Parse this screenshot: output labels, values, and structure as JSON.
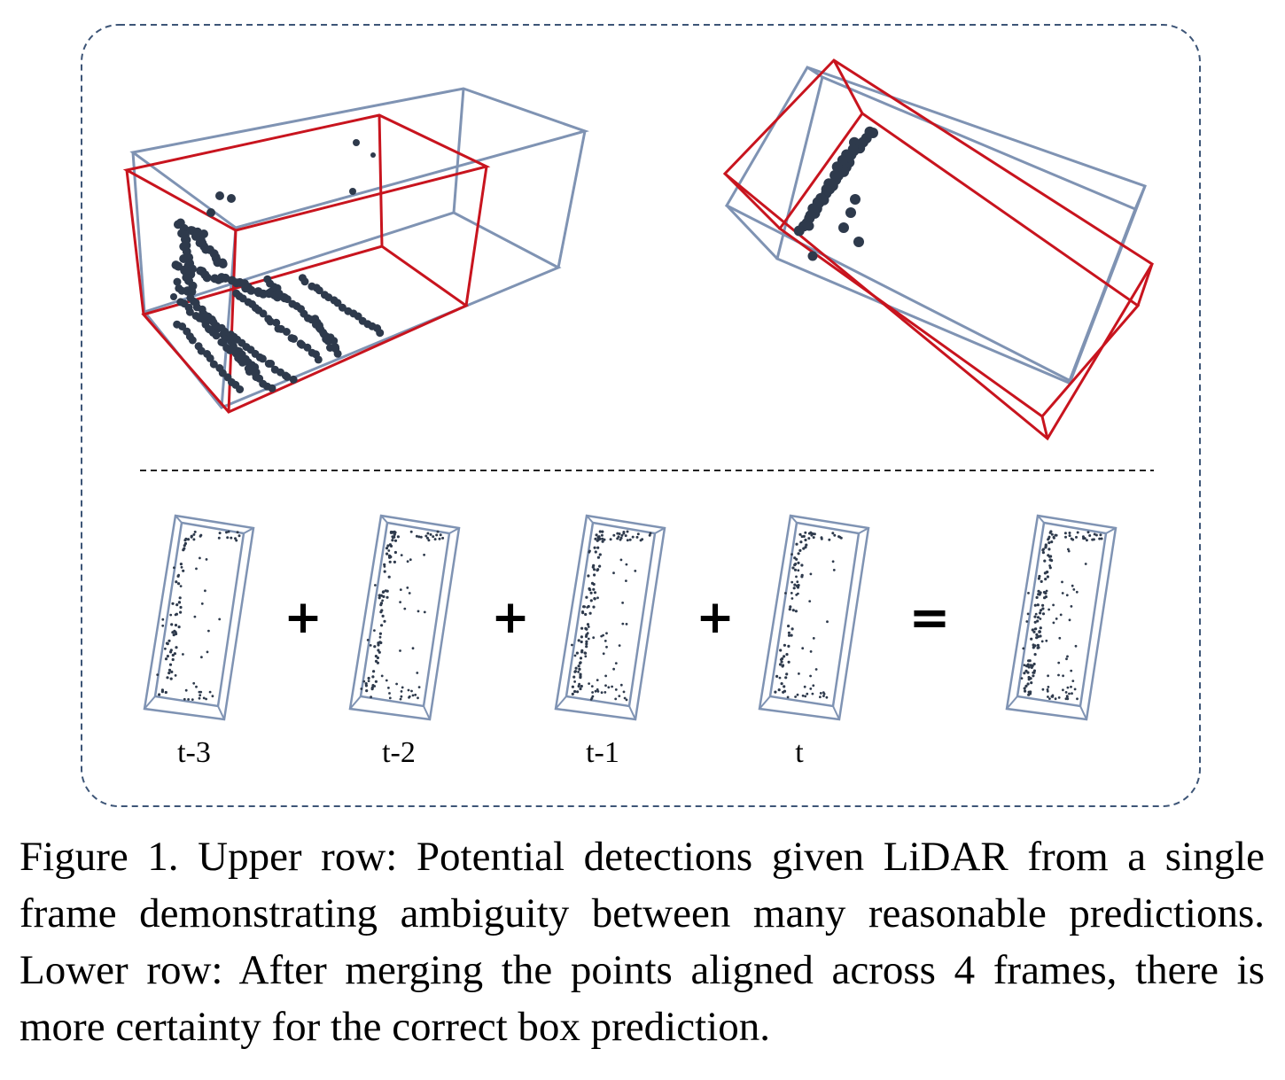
{
  "figure": {
    "operators": {
      "plus": "+",
      "equals": "="
    },
    "frame_labels": [
      "t-3",
      "t-2",
      "t-1",
      "t"
    ],
    "colors": {
      "box_blue": "#7f93b3",
      "box_red": "#c8141e",
      "points": "#2e3a4c",
      "border": "#3d5577"
    }
  },
  "caption": {
    "text": "Figure 1. Upper row: Potential detections given LiDAR from a single frame demonstrating ambiguity between many reasonable predictions. Lower row: After merging the points aligned across 4 frames, there is more certainty for the correct box prediction."
  }
}
